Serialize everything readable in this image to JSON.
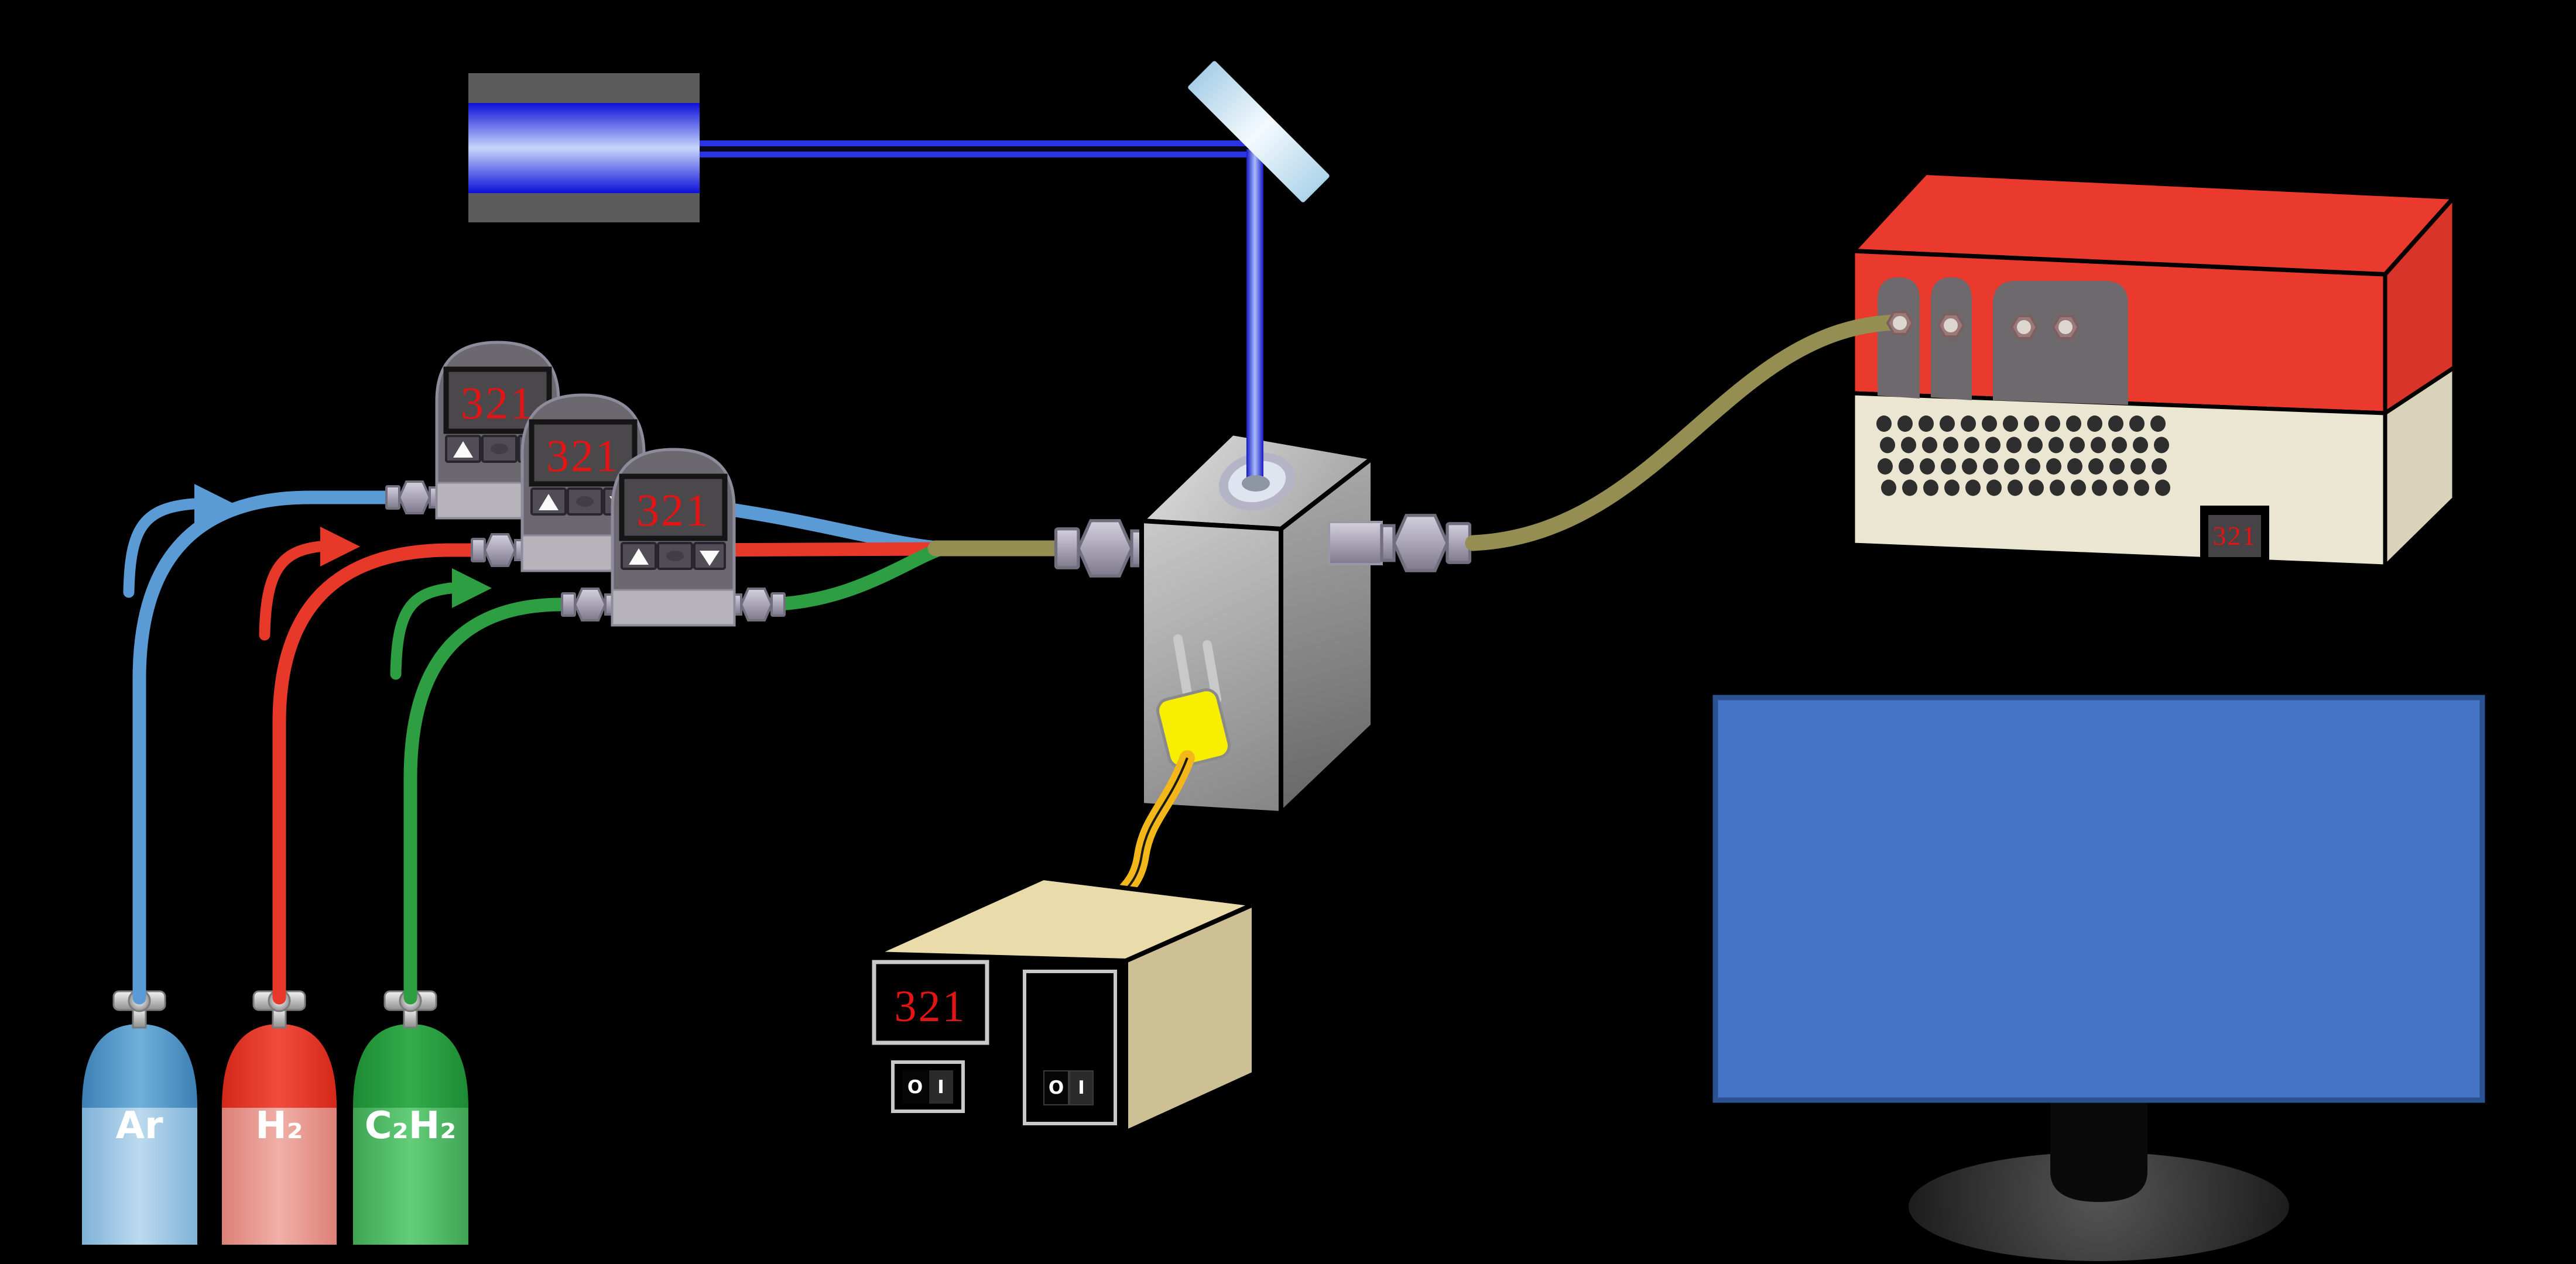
{
  "palette": {
    "background": "#000000",
    "laser_beam_blue": "#2b33e6",
    "argon_blue": "#5b9bd5",
    "hydrogen_red": "#e8382a",
    "acetylene_green": "#2d9e41",
    "mixed_gas_olive": "#958e52",
    "thermocouple_yellow": "#f3b71a",
    "display_digit_red": "#e21414",
    "spectrometer_red": "#ea3a2e",
    "spectrometer_cream": "#ebe6d2",
    "controller_tan": "#e9dcaa",
    "monitor_blue": "#4573c6"
  },
  "gas_cylinders": {
    "items": [
      {
        "label": "Ar"
      },
      {
        "label": "H₂"
      },
      {
        "label": "C₂H₂"
      }
    ]
  },
  "flow_controllers": {
    "items": [
      {
        "reading": "321"
      },
      {
        "reading": "321"
      },
      {
        "reading": "321"
      }
    ]
  },
  "temperature_controller": {
    "reading": "321",
    "switches": [
      {
        "off": "O",
        "on": "I"
      },
      {
        "off": "O",
        "on": "I"
      }
    ]
  },
  "spectrometer": {
    "reading": "321"
  }
}
